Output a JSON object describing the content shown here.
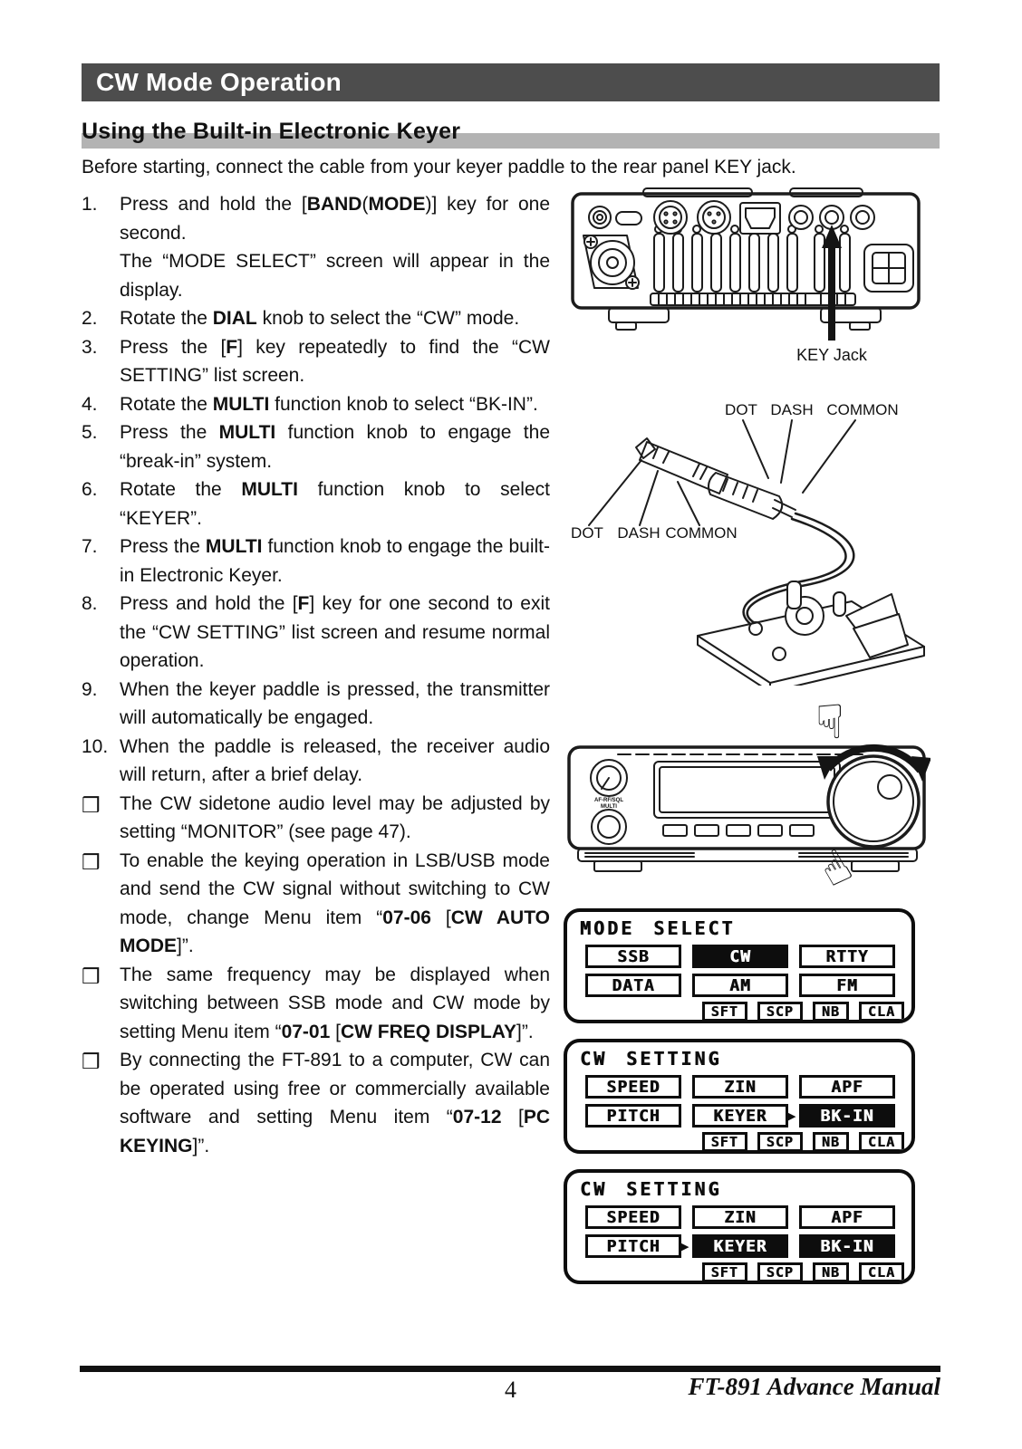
{
  "header": {
    "title": "CW Mode Operation"
  },
  "section": {
    "title": "Using the Built-in Electronic Keyer"
  },
  "intro": "Before starting, connect the cable from your keyer paddle to the rear panel KEY jack.",
  "note_bullet": "❒",
  "steps": [
    {
      "num": "1.",
      "segs": [
        [
          "Press and hold the [",
          0
        ],
        [
          "BAND",
          1
        ],
        [
          "(",
          0
        ],
        [
          "MODE",
          1
        ],
        [
          ")] key for one second.",
          0
        ],
        [
          "",
          2
        ],
        [
          "The “MODE SELECT” screen will appear in the display.",
          0
        ]
      ]
    },
    {
      "num": "2.",
      "segs": [
        [
          "Rotate the ",
          0
        ],
        [
          "DIAL",
          1
        ],
        [
          " knob to select the “CW” mode.",
          0
        ]
      ]
    },
    {
      "num": "3.",
      "segs": [
        [
          "Press the [",
          0
        ],
        [
          "F",
          1
        ],
        [
          "] key repeatedly to find the “CW SETTING” list screen.",
          0
        ]
      ]
    },
    {
      "num": "4.",
      "segs": [
        [
          "Rotate the ",
          0
        ],
        [
          "MULTI",
          1
        ],
        [
          " function knob to select “BK-IN”.",
          0
        ]
      ]
    },
    {
      "num": "5.",
      "segs": [
        [
          "Press the ",
          0
        ],
        [
          "MULTI",
          1
        ],
        [
          " function knob to engage the “break-in” system.",
          0
        ]
      ]
    },
    {
      "num": "6.",
      "segs": [
        [
          "Rotate the ",
          0
        ],
        [
          "MULTI",
          1
        ],
        [
          " function knob to select “KEYER”.",
          0
        ]
      ]
    },
    {
      "num": "7.",
      "segs": [
        [
          "Press the ",
          0
        ],
        [
          "MULTI",
          1
        ],
        [
          " function knob to engage the built-in Electronic Keyer.",
          0
        ]
      ]
    },
    {
      "num": "8.",
      "segs": [
        [
          "Press and hold the [",
          0
        ],
        [
          "F",
          1
        ],
        [
          "] key for one second to exit the “CW SETTING” list screen and resume normal operation.",
          0
        ]
      ]
    },
    {
      "num": "9.",
      "segs": [
        [
          "When the keyer paddle is pressed, the transmitter will automatically be engaged.",
          0
        ]
      ]
    },
    {
      "num": "10.",
      "segs": [
        [
          "When the paddle is released, the receiver audio will return, after a brief delay.",
          0
        ]
      ]
    }
  ],
  "notes": [
    {
      "segs": [
        [
          "The CW sidetone audio level may be adjusted by setting “MONITOR” (see page 47).",
          0
        ]
      ]
    },
    {
      "segs": [
        [
          "To enable the keying operation in LSB/USB mode and send the CW signal without switching to CW mode, change Menu item “",
          0
        ],
        [
          "07-06",
          1
        ],
        [
          " [",
          0
        ],
        [
          "CW AUTO MODE",
          1
        ],
        [
          "]”.",
          0
        ]
      ]
    },
    {
      "segs": [
        [
          "The same frequency may be displayed when switching between SSB mode and CW mode by setting Menu item “",
          0
        ],
        [
          "07-01",
          1
        ],
        [
          " [",
          0
        ],
        [
          "CW FREQ DISPLAY",
          1
        ],
        [
          "]”.",
          0
        ]
      ]
    },
    {
      "segs": [
        [
          "By connecting the FT-891 to a computer, CW can be operated using free or commercially available software and setting Menu item “",
          0
        ],
        [
          "07-12",
          1
        ],
        [
          " [",
          0
        ],
        [
          "PC KEYING",
          1
        ],
        [
          "]”.",
          0
        ]
      ]
    }
  ],
  "diagrams": {
    "rear_panel": {
      "key_jack_label": "KEY Jack"
    },
    "paddle": {
      "labels_top": [
        "DOT",
        "DASH",
        "COMMON"
      ],
      "labels_left": [
        "DOT",
        "DASH",
        "COMMON"
      ]
    },
    "front_panel": {
      "knob_label_1": "AF-RF/SQL",
      "knob_label_2": "MULTI"
    }
  },
  "screens": [
    {
      "title": "MODE SELECT",
      "rows": [
        [
          {
            "label": "SSB"
          },
          {
            "label": "CW",
            "inverted": true
          },
          {
            "label": "RTTY"
          }
        ],
        [
          {
            "label": "DATA"
          },
          {
            "label": "AM"
          },
          {
            "label": "FM"
          }
        ]
      ],
      "softkeys": [
        "SFT",
        "SCP",
        "NB",
        "CLA"
      ]
    },
    {
      "title": "CW SETTING",
      "rows": [
        [
          {
            "label": "SPEED"
          },
          {
            "label": "ZIN"
          },
          {
            "label": "APF"
          }
        ],
        [
          {
            "label": "PITCH"
          },
          {
            "label": "KEYER"
          },
          {
            "label": "BK-IN",
            "inverted": true,
            "cursor": true
          }
        ]
      ],
      "softkeys": [
        "SFT",
        "SCP",
        "NB",
        "CLA"
      ]
    },
    {
      "title": "CW SETTING",
      "rows": [
        [
          {
            "label": "SPEED"
          },
          {
            "label": "ZIN"
          },
          {
            "label": "APF"
          }
        ],
        [
          {
            "label": "PITCH"
          },
          {
            "label": "KEYER",
            "inverted": true,
            "cursor": true
          },
          {
            "label": "BK-IN",
            "inverted": true
          }
        ]
      ],
      "softkeys": [
        "SFT",
        "SCP",
        "NB",
        "CLA"
      ]
    }
  ],
  "footer": {
    "page_number": "4",
    "manual": "FT-891 Advance Manual"
  }
}
